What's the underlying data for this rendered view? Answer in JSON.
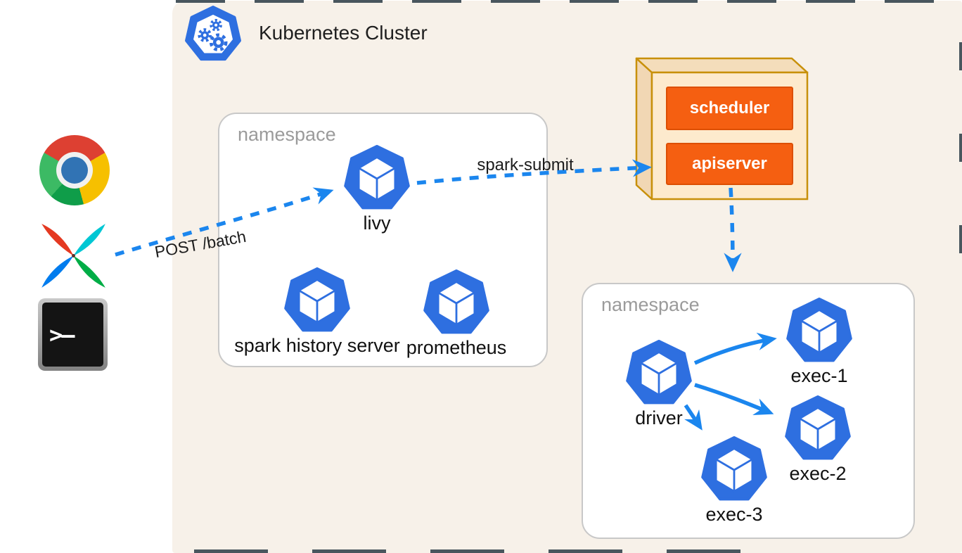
{
  "header": {
    "title": "Kubernetes Cluster",
    "logo_icon": "kubernetes-logo"
  },
  "clients": {
    "browser_icon": "chrome-icon",
    "workflow_icon": "airflow-icon",
    "terminal_icon": "terminal-icon",
    "terminal_prompt": ">–"
  },
  "arrows": {
    "post_batch_label": "POST /batch",
    "spark_submit_label": "spark-submit"
  },
  "control_plane": {
    "scheduler_label": "scheduler",
    "apiserver_label": "apiserver"
  },
  "namespaces": [
    {
      "label": "namespace",
      "pods": [
        {
          "label": "livy"
        },
        {
          "label": "spark history server"
        },
        {
          "label": "prometheus"
        }
      ]
    },
    {
      "label": "namespace",
      "pods": [
        {
          "label": "driver"
        },
        {
          "label": "exec-1"
        },
        {
          "label": "exec-2"
        },
        {
          "label": "exec-3"
        }
      ]
    }
  ],
  "colors": {
    "pod_blue": "#326ce5",
    "arrow_blue": "#1b86ee",
    "orange_fill": "#f55f11",
    "orange_border": "#dd4f02",
    "cluster_background": "#f7f1e9",
    "control_box_border": "#c8900a",
    "namespace_label_gray": "#9b9b9b"
  }
}
